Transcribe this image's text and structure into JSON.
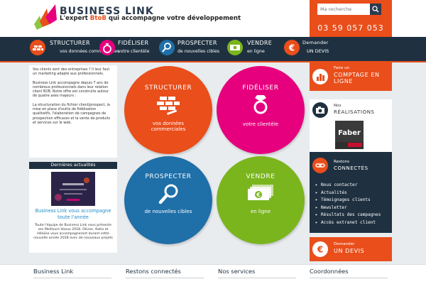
{
  "header": {
    "brand_name": "BUSINESS LINK",
    "tagline_prefix": "L'expert ",
    "tagline_btob": "BtoB",
    "tagline_suffix": " qui accompagne votre développement",
    "search_placeholder": "Ma recherche",
    "phone": "03 59 057 053"
  },
  "nav": {
    "items": [
      {
        "title": "STRUCTURER",
        "sub": "vos données commerciales",
        "icon": "bricks-icon"
      },
      {
        "title": "FIDÉLISER",
        "sub": "votre clientèle",
        "icon": "ring-icon"
      },
      {
        "title": "PROSPECTER",
        "sub": "de nouvelles cibles",
        "icon": "magnifier-icon"
      },
      {
        "title": "VENDRE",
        "sub": "en ligne",
        "icon": "banknote-icon"
      },
      {
        "title": "Demander",
        "sub": "UN DEVIS",
        "icon": "euro-icon"
      }
    ]
  },
  "intro": {
    "p1": "Vos clients sont des entreprises ? Il leur faut un marketing adapté aux professionnels.",
    "p2": "Business Link accompagne depuis 7 ans de nombreux professionnels dans leur relation client B2B. Notre offre est construite autour de quatre axes majeurs :",
    "p3": "La structuration du fichier client/prospect, la mise en place d'outils de fidélisation qualitatifs, l'élaboration de campagnes de prospection efficaces et la vente de produits et services sur le web."
  },
  "news": {
    "heading": "Dernières actualités",
    "title": "Business Link vous accompagne toute l'année",
    "body": "Toute l'équipe de Business Link vous présente ses Meilleurs Voeux 2018. Olivier, Katia et Héloïse vous accompagneront durant cette nouvelle année 2018 avec de nouveaux projets"
  },
  "circles": [
    {
      "title": "STRUCTURER",
      "sub": "vos données commerciales",
      "color": "#e94e1b",
      "icon": "bricks-icon"
    },
    {
      "title": "FIDÉLISER",
      "sub": "votre clientèle",
      "color": "#e6007e",
      "icon": "ring-icon"
    },
    {
      "title": "PROSPECTER",
      "sub": "de nouvelles cibles",
      "color": "#1f6fa8",
      "icon": "magnifier-icon"
    },
    {
      "title": "VENDRE",
      "sub": "en ligne",
      "color": "#7ab51d",
      "icon": "banknote-icon"
    }
  ],
  "sidebar": {
    "comptage_pre": "Faire un",
    "comptage_big": "COMPTAGE EN LIGNE",
    "realisations_pre": "Nos",
    "realisations_big": "RÉALISATIONS",
    "connectes_pre": "Restons",
    "connectes_big": "CONNECTÉS",
    "links": [
      "Nous contacter",
      "Actualités",
      "Témoignages clients",
      "Newsletter",
      "Résultats des campagnes",
      "Accès extranet client"
    ],
    "devis_pre": "Demander",
    "devis_big": "UN DEVIS"
  },
  "footer": {
    "cols": [
      "Business Link",
      "Restons connectés",
      "Nos services",
      "Coordonnées"
    ]
  },
  "colors": {
    "orange": "#e94e1b",
    "navy": "#1f3140",
    "magenta": "#e6007e",
    "blue": "#1f6fa8",
    "green": "#7ab51d"
  }
}
